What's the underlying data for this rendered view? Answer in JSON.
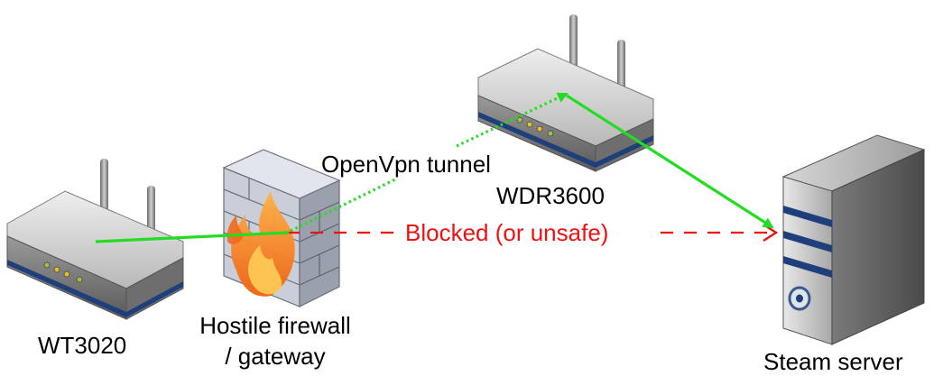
{
  "nodes": {
    "wt3020": {
      "label": "WT3020",
      "icon": "router-icon"
    },
    "firewall": {
      "label_line1": "Hostile firewall",
      "label_line2": "/ gateway",
      "icon": "firewall-icon"
    },
    "wdr3600": {
      "label": "WDR3600",
      "icon": "router-icon"
    },
    "steam": {
      "label": "Steam server",
      "icon": "server-icon"
    }
  },
  "edges": {
    "tunnel": {
      "label": "OpenVpn tunnel",
      "color": "#22dd22",
      "style": "dotted"
    },
    "blocked": {
      "label": "Blocked (or unsafe)",
      "color": "#ee1111",
      "style": "dashed"
    },
    "route": {
      "color": "#22dd22",
      "style": "solid"
    }
  },
  "colors": {
    "router_body": "#8f8f8f",
    "router_top": "#cfcfcf",
    "accent_stripe": "#1f3f7a",
    "led": "#a0c040",
    "fire_orange": "#f07a1a",
    "brick": "#d4d8e0",
    "server_body": "#9a9a9a",
    "server_stripe": "#1f3f7a"
  }
}
